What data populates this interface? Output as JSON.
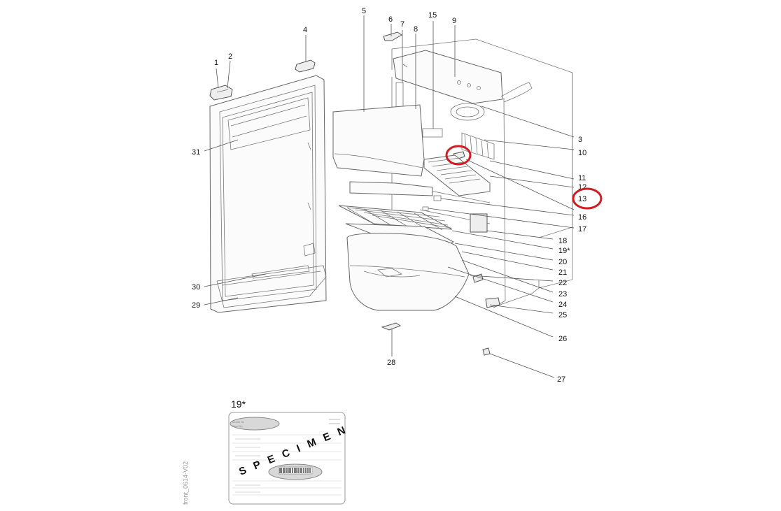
{
  "diagram": {
    "callouts": [
      {
        "id": "1",
        "label": "1"
      },
      {
        "id": "2",
        "label": "2"
      },
      {
        "id": "3",
        "label": "3"
      },
      {
        "id": "4",
        "label": "4"
      },
      {
        "id": "5",
        "label": "5"
      },
      {
        "id": "6",
        "label": "6"
      },
      {
        "id": "7",
        "label": "7"
      },
      {
        "id": "8",
        "label": "8"
      },
      {
        "id": "9",
        "label": "9"
      },
      {
        "id": "10",
        "label": "10"
      },
      {
        "id": "11",
        "label": "11"
      },
      {
        "id": "12",
        "label": "12"
      },
      {
        "id": "13",
        "label": "13",
        "highlighted": true
      },
      {
        "id": "15",
        "label": "15"
      },
      {
        "id": "16",
        "label": "16"
      },
      {
        "id": "17",
        "label": "17"
      },
      {
        "id": "18",
        "label": "18"
      },
      {
        "id": "19s",
        "label": "19*"
      },
      {
        "id": "20",
        "label": "20"
      },
      {
        "id": "21",
        "label": "21"
      },
      {
        "id": "22",
        "label": "22"
      },
      {
        "id": "23",
        "label": "23"
      },
      {
        "id": "24",
        "label": "24"
      },
      {
        "id": "25",
        "label": "25"
      },
      {
        "id": "26",
        "label": "26"
      },
      {
        "id": "27",
        "label": "27"
      },
      {
        "id": "28",
        "label": "28"
      },
      {
        "id": "29",
        "label": "29"
      },
      {
        "id": "30",
        "label": "30"
      },
      {
        "id": "31",
        "label": "31"
      }
    ],
    "highlight_color": "#d01c22",
    "rating_plate": {
      "header": "19*",
      "model_no": "Model No",
      "prod_no": "Prod No",
      "stamp": "SPECIMEN"
    },
    "side_code": "front_0614-V02"
  }
}
